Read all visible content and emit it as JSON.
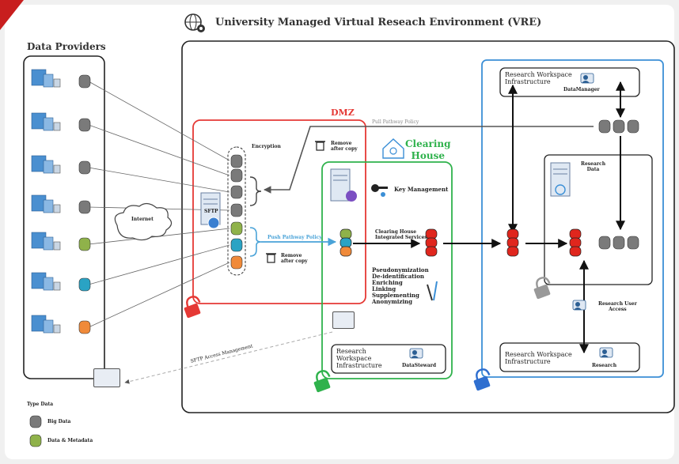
{
  "header": {
    "title": "University Managed Virtual Reseach Environment (VRE)",
    "globe_icon": "globe-gear-icon"
  },
  "providers": {
    "title": "Data Providers",
    "internet_label": "Internet"
  },
  "dmz": {
    "title": "DMZ",
    "encryption_label": "Encryption",
    "remove_after_copy_top": "Remove\nafter copy",
    "remove_after_copy_bottom": "Remove\nafter copy",
    "sftp_label": "SFTP",
    "push_label": "Push Pathway Policy",
    "pull_label": "Pull Pathway Policy"
  },
  "clearing": {
    "title_line1": "Clearing",
    "title_line2": "House",
    "key_management": "Key Management",
    "integrated_services": "Clearing House\nIntegrated Services",
    "processing_steps": [
      "Pseudonymization",
      "De-identification",
      "Enriching",
      "Linking",
      "Supplementing",
      "Anonymizing"
    ],
    "workspace_label": "Research\nWorkspace\nInfrastructure",
    "workspace_role": "DataSteward"
  },
  "research": {
    "top_workspace_label": "Research Workspace\nInfrastructure",
    "top_role": "DataManager",
    "research_data_label": "Research\nData",
    "user_access_label": "Research User\nAccess",
    "bottom_workspace_label": "Research Workspace\nInfrastructure",
    "bottom_role": "Research"
  },
  "sftp_access": "SFTP Access Management",
  "legend": {
    "title": "Type Data",
    "items": [
      {
        "label": "Big Data",
        "color": "#7a7a7a"
      },
      {
        "label": "Data & Metadata",
        "color": "#8fb24a"
      }
    ]
  },
  "colors": {
    "dmz_red": "#e53935",
    "clearing_green": "#2fb24c",
    "research_blue": "#3b8fd6",
    "data_gray": "#7a7a7a",
    "data_green": "#8fb24a",
    "data_teal": "#2aa3c4",
    "data_orange": "#f08a3a",
    "cylinder_red": "#e0261d"
  }
}
